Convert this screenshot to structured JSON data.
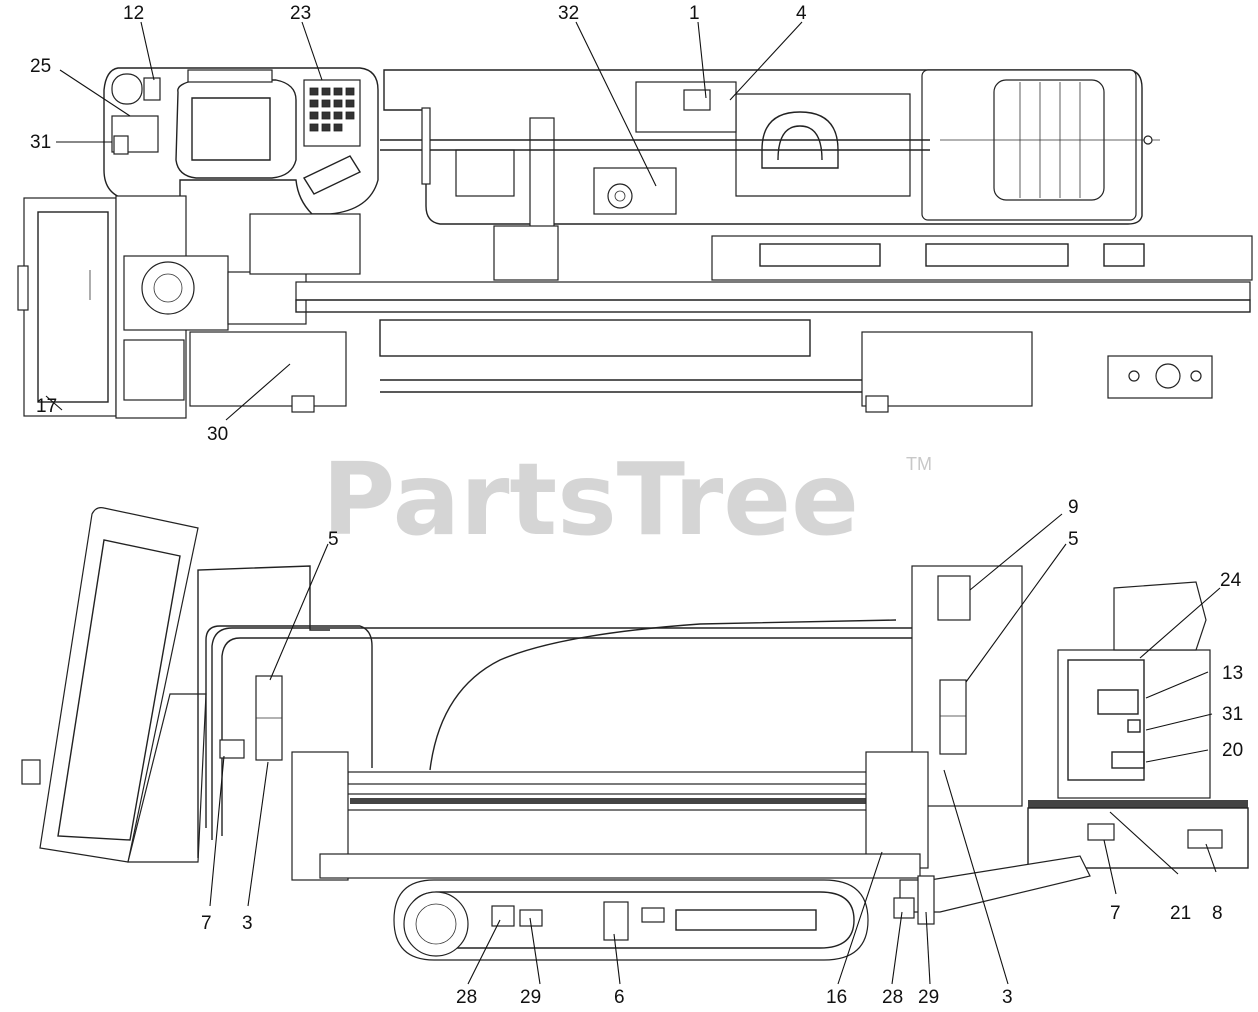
{
  "watermark": {
    "brand": "PartsTree",
    "mark": "TM"
  },
  "callouts": [
    {
      "id": "c12",
      "label": "12"
    },
    {
      "id": "c23",
      "label": "23"
    },
    {
      "id": "c32",
      "label": "32"
    },
    {
      "id": "c1",
      "label": "1"
    },
    {
      "id": "c4",
      "label": "4"
    },
    {
      "id": "c25",
      "label": "25"
    },
    {
      "id": "c31a",
      "label": "31"
    },
    {
      "id": "c17",
      "label": "17"
    },
    {
      "id": "c30",
      "label": "30"
    },
    {
      "id": "c5a",
      "label": "5"
    },
    {
      "id": "c9",
      "label": "9"
    },
    {
      "id": "c5b",
      "label": "5"
    },
    {
      "id": "c24",
      "label": "24"
    },
    {
      "id": "c13",
      "label": "13"
    },
    {
      "id": "c31b",
      "label": "31"
    },
    {
      "id": "c20",
      "label": "20"
    },
    {
      "id": "c7a",
      "label": "7"
    },
    {
      "id": "c3a",
      "label": "3"
    },
    {
      "id": "c7b",
      "label": "7"
    },
    {
      "id": "c21",
      "label": "21"
    },
    {
      "id": "c8",
      "label": "8"
    },
    {
      "id": "c28a",
      "label": "28"
    },
    {
      "id": "c29a",
      "label": "29"
    },
    {
      "id": "c6",
      "label": "6"
    },
    {
      "id": "c16",
      "label": "16"
    },
    {
      "id": "c28b",
      "label": "28"
    },
    {
      "id": "c29b",
      "label": "29"
    },
    {
      "id": "c3b",
      "label": "3"
    }
  ]
}
